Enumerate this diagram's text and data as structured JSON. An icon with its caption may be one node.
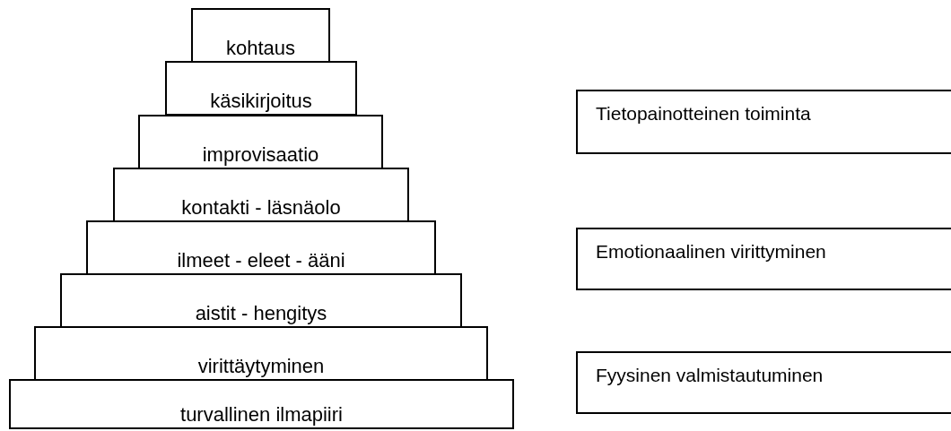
{
  "diagram": {
    "nodes": [
      {
        "text": [
          "kohtaus"
        ]
      },
      {
        "text": [
          "käsikirjoitus"
        ]
      },
      {
        "text": [
          "improvisaatio"
        ]
      },
      {
        "text": [
          "kontakti - läsnäolo"
        ]
      },
      {
        "text": [
          "ilmeet - eleet - ääni"
        ]
      },
      {
        "text": [
          "aistit - hengitys"
        ]
      },
      {
        "text": [
          "virittäytyminen"
        ]
      },
      {
        "text": [
          "turvallinen ilmapiiri"
        ]
      },
      {
        "text": [
          "Tietopainotteinen toiminta"
        ]
      },
      {
        "text": [
          "Emotionaalinen virittyminen"
        ]
      },
      {
        "text": [
          "Fyysinen valmistautuminen"
        ]
      }
    ]
  }
}
